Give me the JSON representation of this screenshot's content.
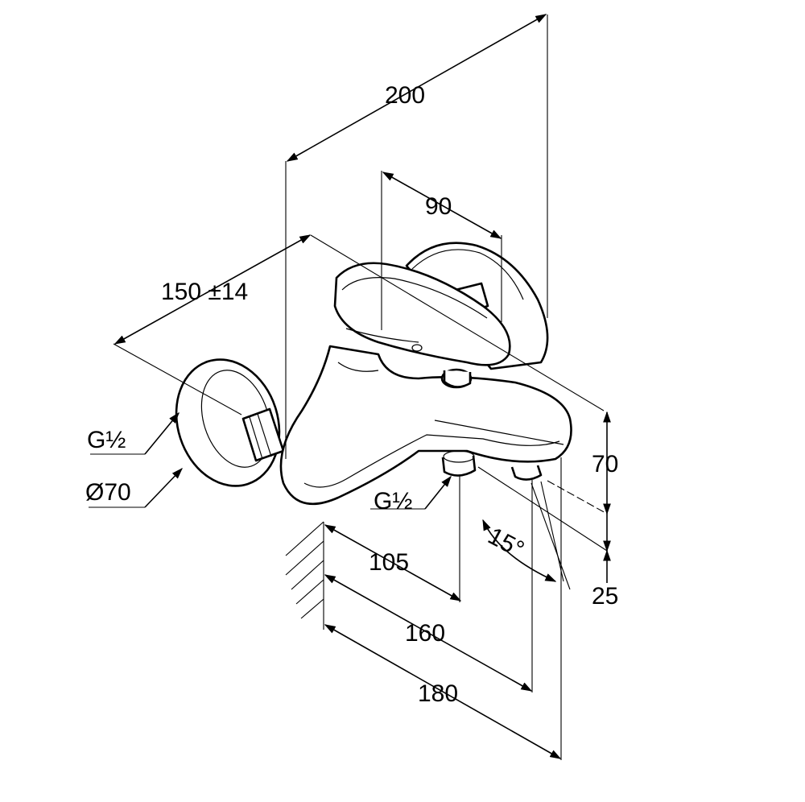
{
  "dimensions": {
    "overall_width": "200",
    "handle_spacing": "90",
    "wall_distance": "150 ±14",
    "inlet_thread_left": "G½",
    "rosette_diameter": "Ø70",
    "outlet_thread": "G½",
    "height_upper": "70",
    "height_lower": "25",
    "spout_angle": "15°",
    "projection_outlet": "105",
    "projection_spout_tip": "160",
    "projection_total": "180"
  }
}
